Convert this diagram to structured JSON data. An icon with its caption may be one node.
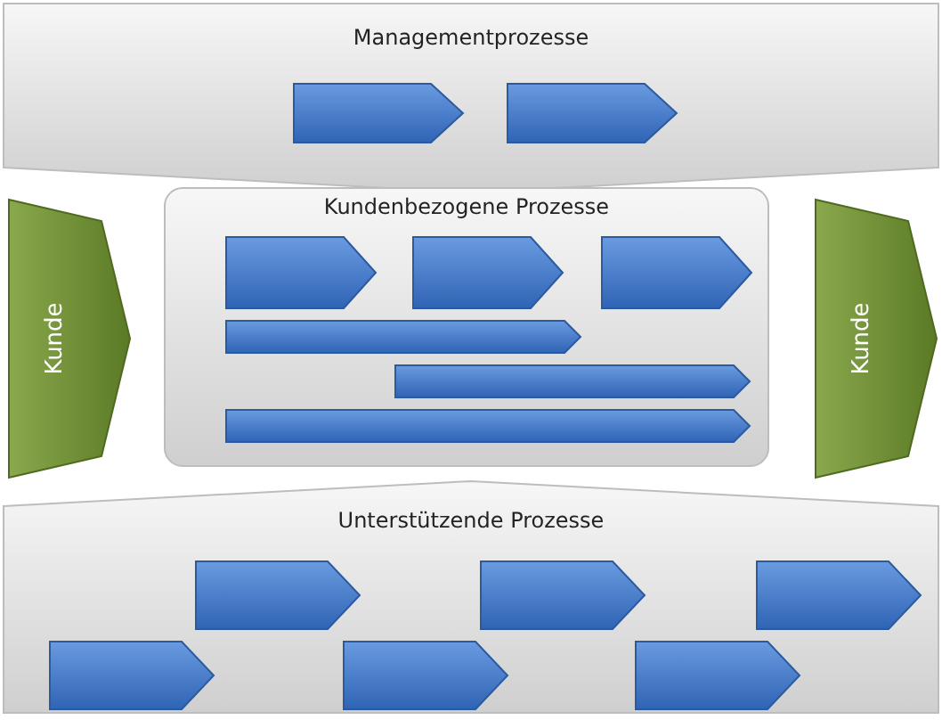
{
  "diagram": {
    "nodes": [
      {
        "text": [
          "Managementprozesse"
        ]
      },
      {
        "text": [],
        "shape": "chevron",
        "in": 0
      },
      {
        "text": [],
        "shape": "chevron",
        "in": 0
      },
      {
        "text": [
          "Kunde"
        ]
      },
      {
        "text": [
          "Kundenbezogene Prozesse"
        ]
      },
      {
        "text": [],
        "shape": "chevron",
        "in": 4
      },
      {
        "text": [],
        "shape": "chevron",
        "in": 4
      },
      {
        "text": [],
        "shape": "chevron",
        "in": 4
      },
      {
        "text": [],
        "shape": "bar",
        "in": 4
      },
      {
        "text": [],
        "shape": "bar",
        "in": 4
      },
      {
        "text": [],
        "shape": "bar",
        "in": 4
      },
      {
        "text": [
          "Kunde"
        ]
      },
      {
        "text": [
          "Unterstützende Prozesse"
        ]
      },
      {
        "text": [],
        "shape": "chevron",
        "in": 12
      },
      {
        "text": [],
        "shape": "chevron",
        "in": 12
      },
      {
        "text": [],
        "shape": "chevron",
        "in": 12
      },
      {
        "text": [],
        "shape": "chevron",
        "in": 12
      },
      {
        "text": [],
        "shape": "chevron",
        "in": 12
      },
      {
        "text": [],
        "shape": "chevron",
        "in": 12
      }
    ],
    "edges": []
  }
}
